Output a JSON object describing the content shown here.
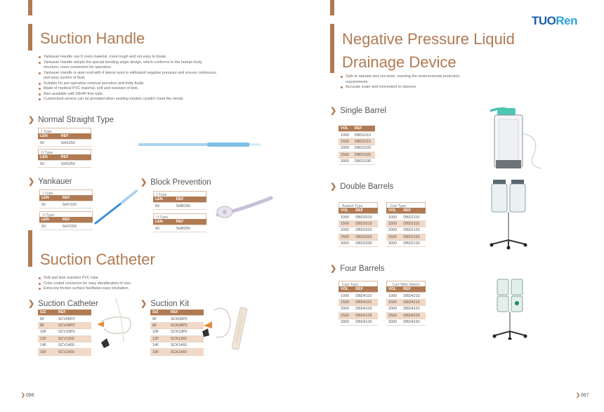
{
  "logo": {
    "part1": "TUO",
    "part2": "Ren"
  },
  "left": {
    "suction_handle": {
      "title": "Suction Handle",
      "bullets": [
        "Yankauer Handle use K resin material, more tough and not easy to break.",
        "Yankauer Handle adopts the special bending angle design, which conforms to the human body structure, more convenient for operation.",
        "Yankauer Handle is open end with 4 lateral eyes to withstand negative pressure and ensure continuous and easy suction of fluid.",
        "Suitable for pre-operative removal secretion and body fluids.",
        "Made of medical PVC material, soft and resistant of kink.",
        "Also available with DEHP-free tube.",
        "Customized service can be provided when existing models couldn't meet the needs."
      ]
    },
    "normal_straight": {
      "title": "Normal Straight Type",
      "tables": [
        {
          "caption": "I Type",
          "head": [
            "LEN",
            "REF"
          ],
          "rows": [
            [
              "50",
              "SHS150"
            ]
          ]
        },
        {
          "caption": "II Type",
          "head": [
            "LEN",
            "REF"
          ],
          "rows": [
            [
              "50",
              "SHS250"
            ]
          ]
        }
      ]
    },
    "yankauer": {
      "title": "Yankauer",
      "tables": [
        {
          "caption": "I Type",
          "head": [
            "LEN",
            "REF"
          ],
          "rows": [
            [
              "50",
              "SHY150"
            ]
          ]
        },
        {
          "caption": "II Type",
          "head": [
            "LEN",
            "REF"
          ],
          "rows": [
            [
              "50",
              "SHY250"
            ]
          ]
        }
      ]
    },
    "block_prevention": {
      "title": "Block Prevention",
      "tables": [
        {
          "caption": "I Type",
          "head": [
            "LEN",
            "REF"
          ],
          "rows": [
            [
              "50",
              "SHB150"
            ]
          ]
        },
        {
          "caption": "II Type",
          "head": [
            "LEN",
            "REF"
          ],
          "rows": [
            [
              "50",
              "SHB250"
            ]
          ]
        }
      ]
    },
    "suction_catheter_section": {
      "title": "Suction Catheter",
      "bullets": [
        "Soft and kink resistant PVC tube.",
        "Color-coded connector for easy identification of size.",
        "Extra low friction surface facilitates easy intubation."
      ]
    },
    "suction_catheter": {
      "title": "Suction Catheter",
      "head": [
        "SIZ",
        "REF"
      ],
      "rows": [
        [
          "6F",
          "SCV06P0"
        ],
        [
          "8F",
          "SCV08P0"
        ],
        [
          "10F",
          "SCV10P0"
        ],
        [
          "12F",
          "SCV1260"
        ],
        [
          "14F",
          "SCV1460"
        ],
        [
          "16F",
          "SCV1660"
        ]
      ]
    },
    "suction_kit": {
      "title": "Suction Kit",
      "head": [
        "SIZ",
        "REF"
      ],
      "rows": [
        [
          "6F",
          "SCK06P0"
        ],
        [
          "8F",
          "SCK08P0"
        ],
        [
          "10F",
          "SCK10P0"
        ],
        [
          "12F",
          "SCK1260"
        ],
        [
          "14F",
          "SCK1460"
        ],
        [
          "16F",
          "SCK1660"
        ]
      ]
    },
    "page_number": "066"
  },
  "right": {
    "title_line1": "Negative Pressure Liquid",
    "title_line2": "Drainage Device",
    "bullets": [
      "Safe to operate and non-toxic, meeting the environmental protection requirements.",
      "Accurate scale and convenient to observe."
    ],
    "single_barrel": {
      "title": "Single Barrel",
      "head": [
        "VOL",
        "REF"
      ],
      "rows": [
        [
          "1000",
          "DBD1010"
        ],
        [
          "1500",
          "DBD1015"
        ],
        [
          "2000",
          "DBD1020"
        ],
        [
          "2500",
          "DBD1025"
        ],
        [
          "3000",
          "DBD1030"
        ]
      ]
    },
    "double_barrels": {
      "title": "Double Barrels",
      "tables": [
        {
          "caption": "Basket Type",
          "head": [
            "VOL",
            "REF"
          ],
          "rows": [
            [
              "1000",
              "DBD2010"
            ],
            [
              "1500",
              "DBD2015"
            ],
            [
              "2000",
              "DBD2020"
            ],
            [
              "2500",
              "DBD2025"
            ],
            [
              "3000",
              "DBD2030"
            ]
          ]
        },
        {
          "caption": "Cart Type",
          "head": [
            "VOL",
            "REF"
          ],
          "rows": [
            [
              "1000",
              "DBD2110"
            ],
            [
              "1500",
              "DBD2115"
            ],
            [
              "2000",
              "DBD2120"
            ],
            [
              "2500",
              "DBD2125"
            ],
            [
              "3000",
              "DBD2130"
            ]
          ]
        }
      ]
    },
    "four_barrels": {
      "title": "Four Barrels",
      "tables": [
        {
          "caption": "Cart Type",
          "head": [
            "VOL",
            "REF"
          ],
          "rows": [
            [
              "1000",
              "DBD4110"
            ],
            [
              "1500",
              "DBD4115"
            ],
            [
              "2000",
              "DBD4120"
            ],
            [
              "2500",
              "DBD4125"
            ],
            [
              "3000",
              "DBD4130"
            ]
          ]
        },
        {
          "caption": "Cart With Watch",
          "head": [
            "VOL",
            "REF"
          ],
          "rows": [
            [
              "1000",
              "DBD4210"
            ],
            [
              "1500",
              "DBD4215"
            ],
            [
              "2000",
              "DBD4220"
            ],
            [
              "2500",
              "DBD4225"
            ],
            [
              "3000",
              "DBD4230"
            ]
          ]
        }
      ]
    },
    "page_number": "067"
  },
  "colors": {
    "accent": "#b07a53",
    "row_highlight": "#f2d9c6",
    "logo_dark": "#1c5fa6",
    "logo_light": "#2da2d8"
  }
}
